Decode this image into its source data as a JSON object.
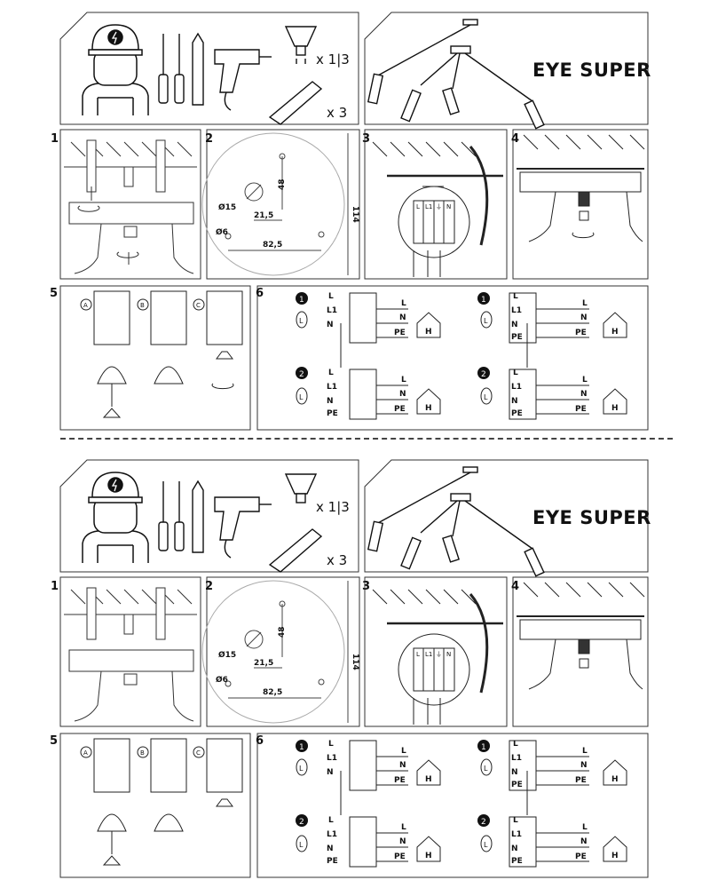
{
  "product": {
    "name": "EYE SUPER"
  },
  "tools": {
    "bulb_qty": "x 1|3",
    "plug_qty": "x 3"
  },
  "steps": {
    "s1": "1",
    "s2": "2",
    "s3": "3",
    "s4": "4",
    "s5": "5",
    "s6": "6"
  },
  "dimensions": {
    "d15": "Ø15",
    "d6": "Ø6",
    "d48": "48",
    "d21": "21,5",
    "d82": "82,5",
    "d114": "114"
  },
  "terminals": {
    "l": "L",
    "l1": "L1",
    "earth": "⏚",
    "n": "N"
  },
  "variants": {
    "a": "A",
    "b": "B",
    "c": "C"
  },
  "wiring": {
    "opt1": "1",
    "opt2": "2",
    "L": "L",
    "L1": "L1",
    "N": "N",
    "PE": "PE",
    "H": "H",
    "bulb": "L"
  }
}
